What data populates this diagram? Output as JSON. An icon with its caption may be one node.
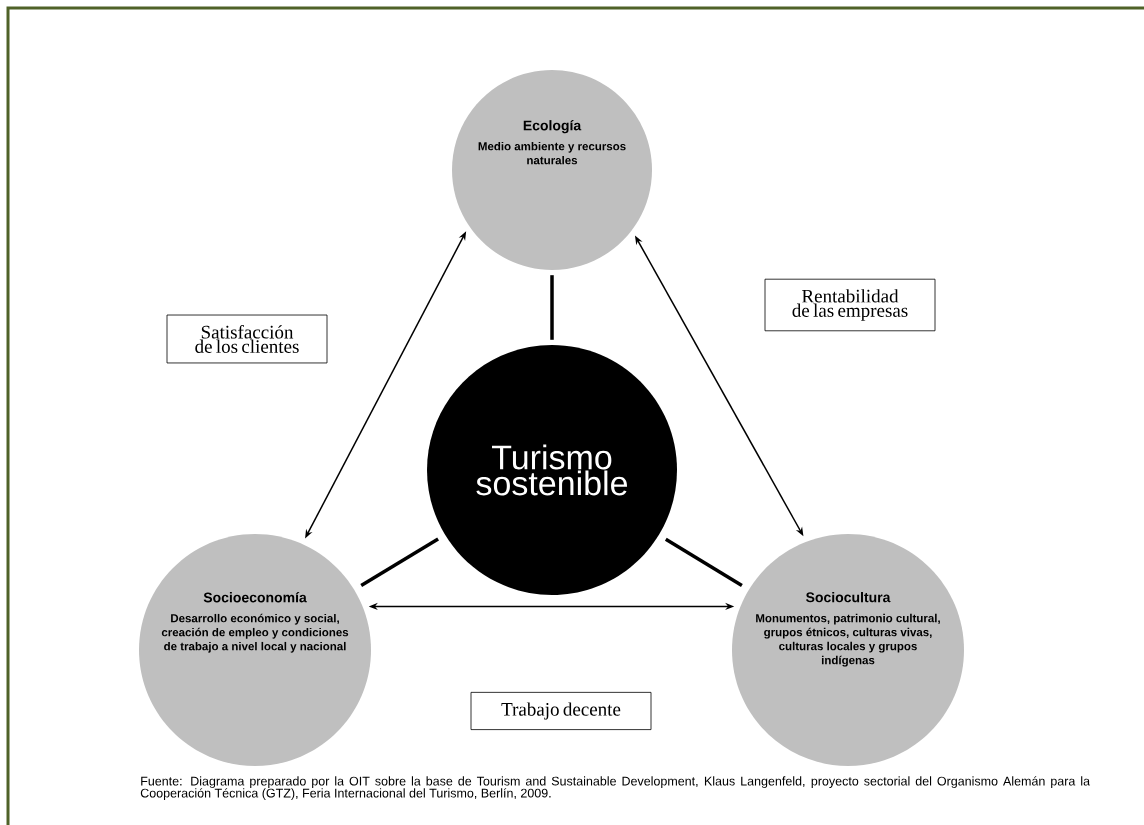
{
  "diagram": {
    "nodes": [
      {
        "text": [
          "Ecología",
          "Medio ambiente y recursos naturales"
        ]
      },
      {
        "text": [
          "Turismo sostenible"
        ]
      },
      {
        "text": [
          "Socioeconomía",
          "Desarrollo económico y social, creación de empleo y condiciones de trabajo a nivel local y nacional"
        ]
      },
      {
        "text": [
          "Sociocultura",
          "Monumentos, patrimonio cultural, grupos étnicos, culturas vivas, culturas locales y grupos indígenas"
        ]
      },
      {
        "text": [
          "Satisfacción de los clientes"
        ]
      },
      {
        "text": [
          "Rentabilidad de las empresas"
        ]
      },
      {
        "text": [
          "Trabajo decente"
        ]
      }
    ],
    "edges": [
      {
        "from": 1,
        "to": 0,
        "arrow": "none",
        "style": "thick"
      },
      {
        "from": 1,
        "to": 2,
        "arrow": "none",
        "style": "thick"
      },
      {
        "from": 1,
        "to": 3,
        "arrow": "none",
        "style": "thick"
      },
      {
        "from": 2,
        "to": 0,
        "arrow": "both"
      },
      {
        "from": 0,
        "to": 3,
        "arrow": "both"
      },
      {
        "from": 2,
        "to": 3,
        "arrow": "both"
      }
    ],
    "caption": "Fuente: Diagrama preparado por la OIT sobre la base de Tourism and Sustainable Development, Klaus Langenfeld, proyecto sectorial del Organismo Alemán para la Cooperación Técnica (GTZ), Feria Internacional del Turismo, Berlín, 2009."
  }
}
